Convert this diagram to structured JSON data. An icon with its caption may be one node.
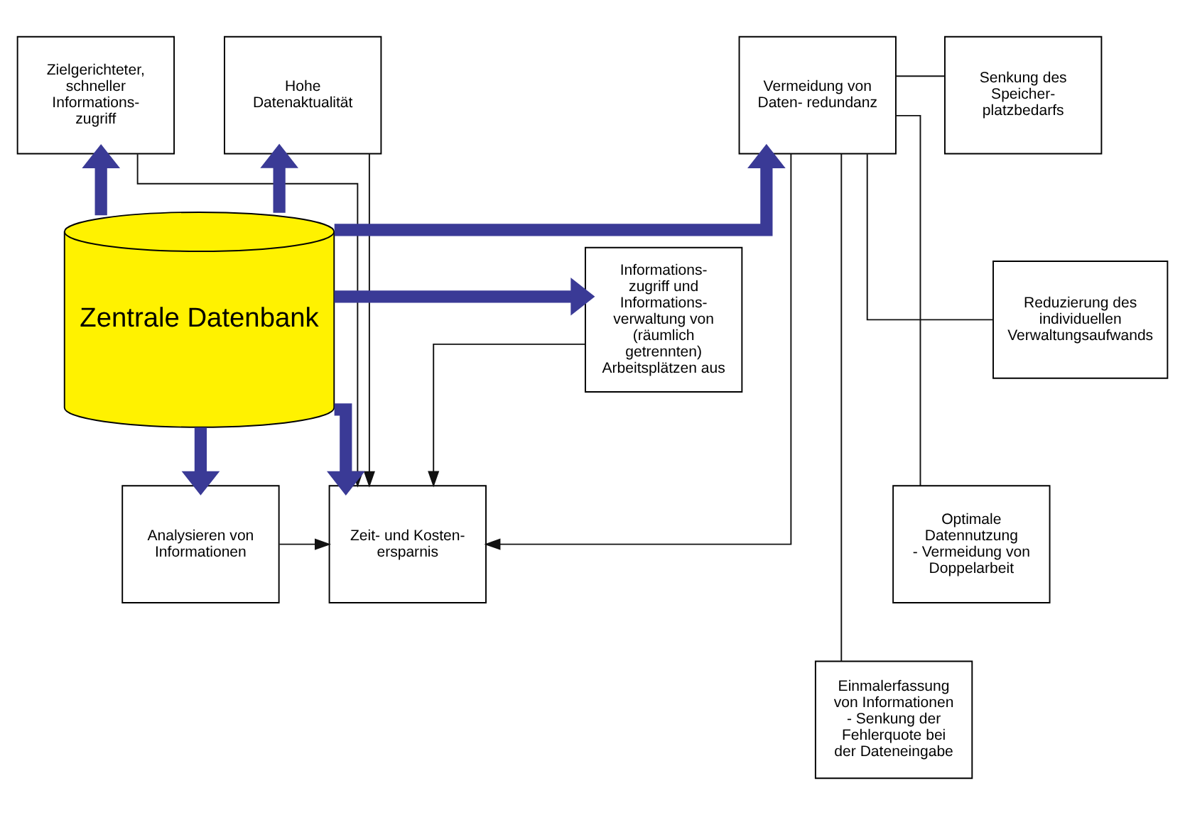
{
  "diagram": {
    "nodes": [
      {
        "text": [
          "Zielgerichteter, schneller Informations- zugriff"
        ]
      },
      {
        "text": [
          "Hohe Datenaktualität"
        ]
      },
      {
        "text": [
          "Vermeidung von Daten- redundanz"
        ]
      },
      {
        "text": [
          "Senkung des Speicher- platzbedarfs"
        ]
      },
      {
        "text": [
          "Informations- zugriff und Informations- verwaltung von (räumlich getrennten) Arbeitsplätzen aus"
        ]
      },
      {
        "text": [
          "Zentrale Datenbank"
        ]
      },
      {
        "text": [
          "Reduzierung des individuellen Verwaltungsaufwands"
        ]
      },
      {
        "text": [
          "Optimale Datennutzung",
          "- Vermeidung von Doppelarbeit"
        ]
      },
      {
        "text": [
          "Analysieren von Informationen"
        ]
      },
      {
        "text": [
          "Zeit- und Kosten- ersparnis"
        ]
      },
      {
        "text": [
          "Einmalerfassung von Informationen",
          "- Senkung der Fehlerquote bei der Dateneingabe"
        ]
      }
    ],
    "edges": [
      {
        "from": 5,
        "to": 0,
        "arrow": "to",
        "style": "thick",
        "color": "#3a3a96"
      },
      {
        "from": 5,
        "to": 1,
        "arrow": "to",
        "style": "thick",
        "color": "#3a3a96"
      },
      {
        "from": 5,
        "to": 2,
        "arrow": "to",
        "style": "thick",
        "color": "#3a3a96"
      },
      {
        "from": 5,
        "to": 4,
        "arrow": "to",
        "style": "thick",
        "color": "#3a3a96"
      },
      {
        "from": 5,
        "to": 8,
        "arrow": "to",
        "style": "thick",
        "color": "#3a3a96"
      },
      {
        "from": 5,
        "to": 9,
        "arrow": "to",
        "style": "thick",
        "color": "#3a3a96"
      },
      {
        "from": 1,
        "to": 9,
        "arrow": "to"
      },
      {
        "from": 0,
        "to": 9,
        "arrow": "to"
      },
      {
        "from": 4,
        "to": 9,
        "arrow": "to"
      },
      {
        "from": 8,
        "to": 9,
        "arrow": "to"
      },
      {
        "from": 2,
        "to": 9,
        "arrow": "to"
      },
      {
        "from": 2,
        "to": 3,
        "arrow": "none"
      },
      {
        "from": 2,
        "to": 6,
        "arrow": "none"
      },
      {
        "from": 2,
        "to": 7,
        "arrow": "none"
      },
      {
        "from": 2,
        "to": 10,
        "arrow": "none"
      }
    ]
  }
}
